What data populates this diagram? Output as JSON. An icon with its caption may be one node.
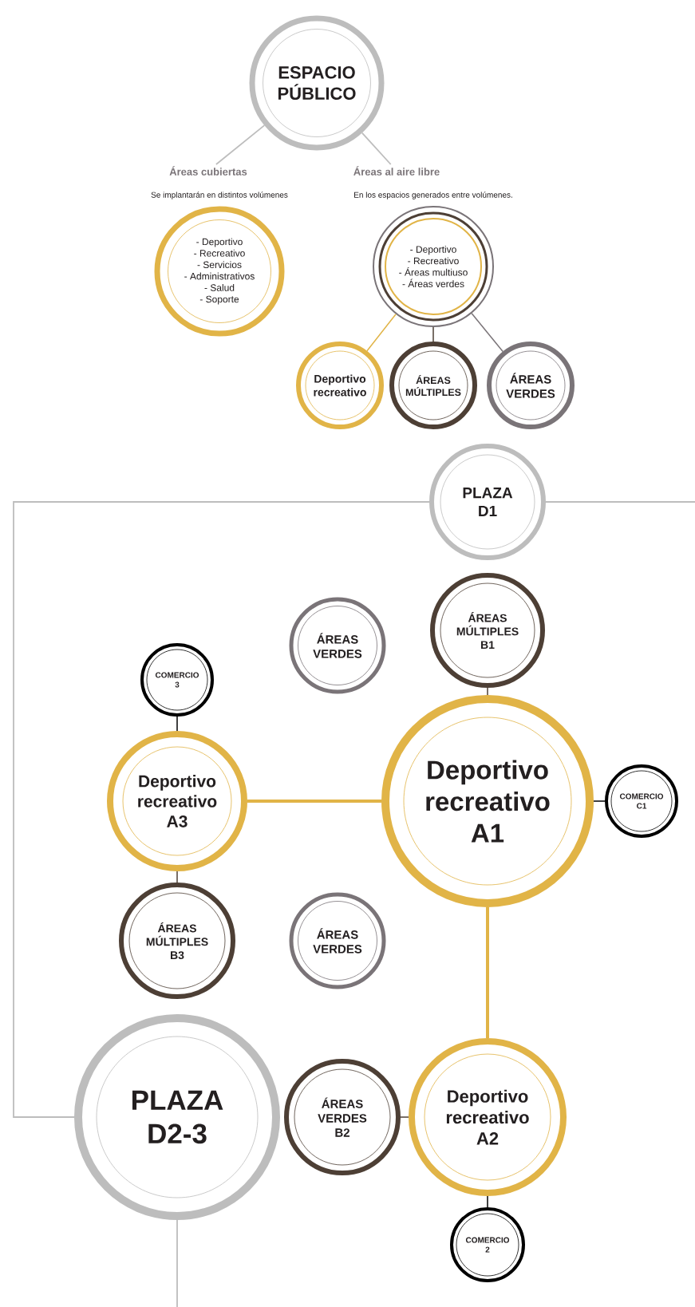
{
  "diagram": {
    "nodes": [
      {
        "text": [
          "ESPACIO PÚBLICO"
        ]
      },
      {
        "text": [
          "Áreas cubiertas"
        ]
      },
      {
        "text": [
          "Áreas al aire libre"
        ]
      },
      {
        "text": [
          "- Deportivo",
          "- Recreativo",
          "- Servicios",
          "- Administrativos",
          "- Salud",
          "- Soporte"
        ],
        "beside": [
          "Se implantarán en distintos volúmenes"
        ]
      },
      {
        "text": [
          "- Deportivo",
          "- Recreativo",
          "- Áreas multiuso",
          "- Áreas verdes"
        ],
        "beside": [
          "En los espacios generados entre volúmenes."
        ]
      },
      {
        "text": [
          "Deportivo recreativo"
        ]
      },
      {
        "text": [
          "ÁREAS MÚLTIPLES"
        ]
      },
      {
        "text": [
          "ÁREAS VERDES"
        ]
      },
      {
        "text": [
          "PLAZA D1"
        ]
      },
      {
        "text": [
          "ÁREAS VERDES"
        ]
      },
      {
        "text": [
          "ÁREAS MÚLTIPLES B1"
        ]
      },
      {
        "text": [
          "COMERCIO 3"
        ]
      },
      {
        "text": [
          "Deportivo recreativo A3"
        ]
      },
      {
        "text": [
          "Deportivo recreativo A1"
        ]
      },
      {
        "text": [
          "COMERCIO C1"
        ]
      },
      {
        "text": [
          "ÁREAS MÚLTIPLES B3"
        ]
      },
      {
        "text": [
          "ÁREAS VERDES"
        ]
      },
      {
        "text": [
          "PLAZA D2-3"
        ]
      },
      {
        "text": [
          "ÁREAS VERDES B2"
        ]
      },
      {
        "text": [
          "Deportivo recreativo A2"
        ]
      },
      {
        "text": [
          "COMERCIO 2"
        ]
      }
    ],
    "edges": [
      {
        "from": 0,
        "to": 1,
        "arrow": "none"
      },
      {
        "from": 0,
        "to": 2,
        "arrow": "none"
      },
      {
        "from": 4,
        "to": 5,
        "arrow": "none",
        "color": "#e1b447"
      },
      {
        "from": 4,
        "to": 6,
        "arrow": "none",
        "color": "#4d3f35"
      },
      {
        "from": 4,
        "to": 7,
        "arrow": "none",
        "color": "#7a7478"
      },
      {
        "from": 8,
        "to": 17,
        "arrow": "none"
      },
      {
        "from": 8,
        "to": null,
        "arrow": "none"
      },
      {
        "from": 17,
        "to": null,
        "arrow": "none"
      },
      {
        "from": 10,
        "to": 13,
        "arrow": "none",
        "color": "#4d3f35"
      },
      {
        "from": 11,
        "to": 12,
        "arrow": "none",
        "color": "#000000"
      },
      {
        "from": 12,
        "to": 13,
        "arrow": "none",
        "style": "thick",
        "color": "#e1b447"
      },
      {
        "from": 13,
        "to": 14,
        "arrow": "none",
        "color": "#000000"
      },
      {
        "from": 12,
        "to": 15,
        "arrow": "none",
        "color": "#4d3f35"
      },
      {
        "from": 13,
        "to": 19,
        "arrow": "none",
        "style": "thick",
        "color": "#e1b447"
      },
      {
        "from": 18,
        "to": 19,
        "arrow": "none",
        "color": "#4d3f35"
      },
      {
        "from": 19,
        "to": 20,
        "arrow": "none",
        "color": "#000000"
      }
    ]
  }
}
